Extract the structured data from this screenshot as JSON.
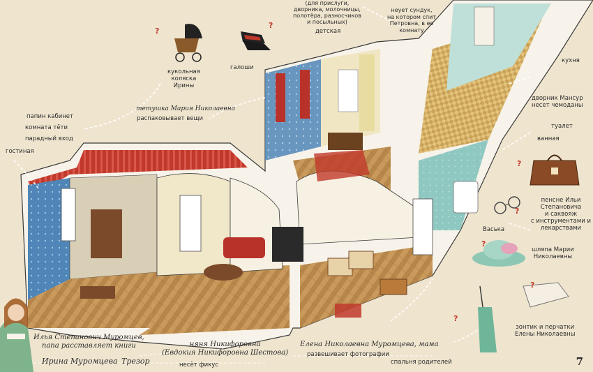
{
  "labels": {
    "stroller": "кукольная\nколяска\nИрины",
    "galoshes": "галоши",
    "porch_note": "(для прислуги,\nдворника, молочницы,\nполотёра, разносчиков\nи посыльных)",
    "nursery": "детская",
    "trunk": "неует сундук,\nна котором спит\nПетровна, в ее\nкомнату",
    "kitchen": "кухня",
    "janitor": "дворник Мансур\nнесет чемоданы",
    "toilet": "туалет",
    "bathroom": "ванная",
    "pince_nez": "пенсне Ильи\nСтепановича\nи саквояж\nс инструментами и лекарствами",
    "vaska": "Васька",
    "hat": "шляпа Марии\nНиколаевны",
    "umbrella": "зонтик и перчатки\nЕлены Николаевны",
    "papa_study": "папин кабинет",
    "aunt_room": "комната тёти",
    "front_entrance": "парадный вход",
    "living_room": "гостиная",
    "aunt_maria": "тетушка Мария Николаевна",
    "aunt_action": "распаковывает вещи",
    "ilya": "Илья Степанович Муромцев,\nпапа расставляет книги",
    "irina": "Ирина Муромцева",
    "trezor": "Трезор",
    "nanny": "няня Никифоровна\n(Евдокия Никифоровна Шестова)",
    "nanny_action": "несёт фикус",
    "elena": "Елена Николаевна Муромцева, мама",
    "elena_action": "развешивает фотографии",
    "parents_bedroom": "спальня родителей"
  },
  "page_number": "7",
  "colors": {
    "paper": "#efe5cf",
    "wall_red": "#c0392b",
    "wall_teal": "#8fc7c1",
    "wall_blue": "#4f86b7",
    "floor": "#c99a5b",
    "question": "#c33a2a"
  }
}
